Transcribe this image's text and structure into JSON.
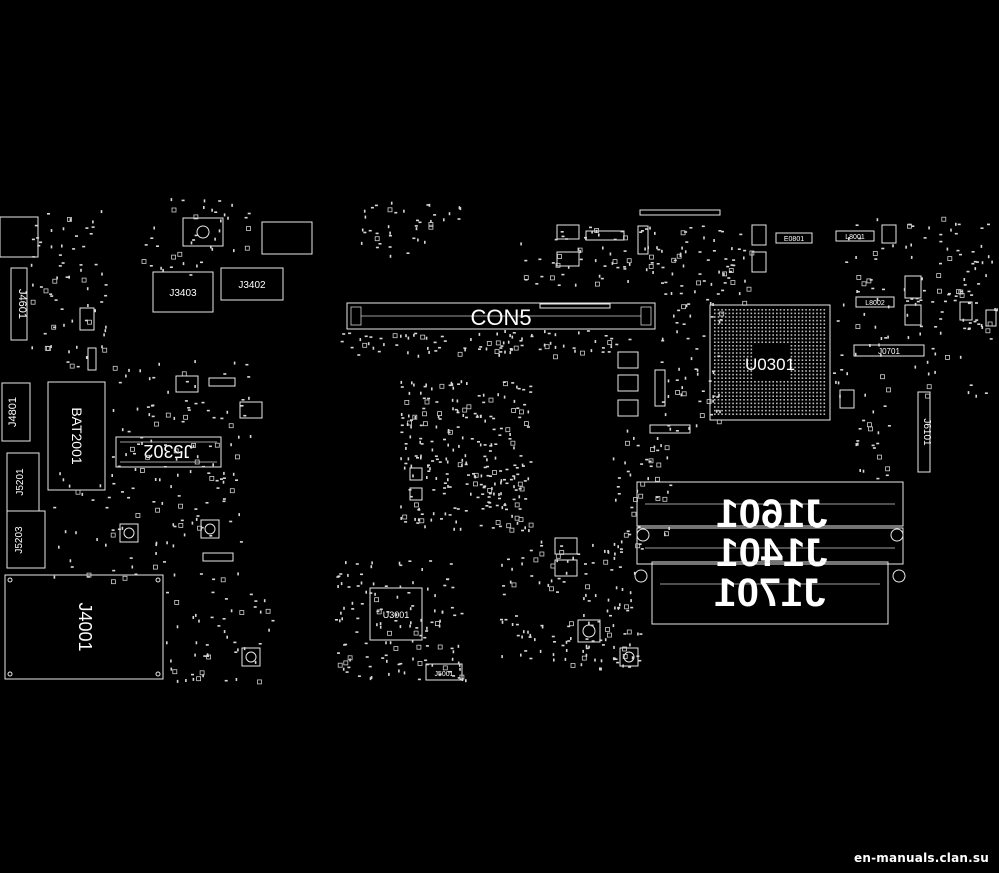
{
  "components": {
    "con5": "CON5",
    "u0301": "U0301",
    "j1601": "J1601",
    "j1401": "J1401",
    "j1701": "J1701",
    "j5302": "J5302",
    "bat2001": "BAT2001",
    "j4001": "J4001",
    "j3403": "J3403",
    "j3402": "J3402",
    "j4801": "J4801",
    "j5201": "J5201",
    "j5203": "J5203",
    "j4601": "J4601",
    "u3001": "U3001",
    "j0701": "J0701",
    "j6101": "J6101",
    "l8001": "L8001",
    "l8002": "L8002",
    "e0801": "E0801",
    "j5001": "J5001"
  },
  "watermark": "en-manuals.clan.su"
}
